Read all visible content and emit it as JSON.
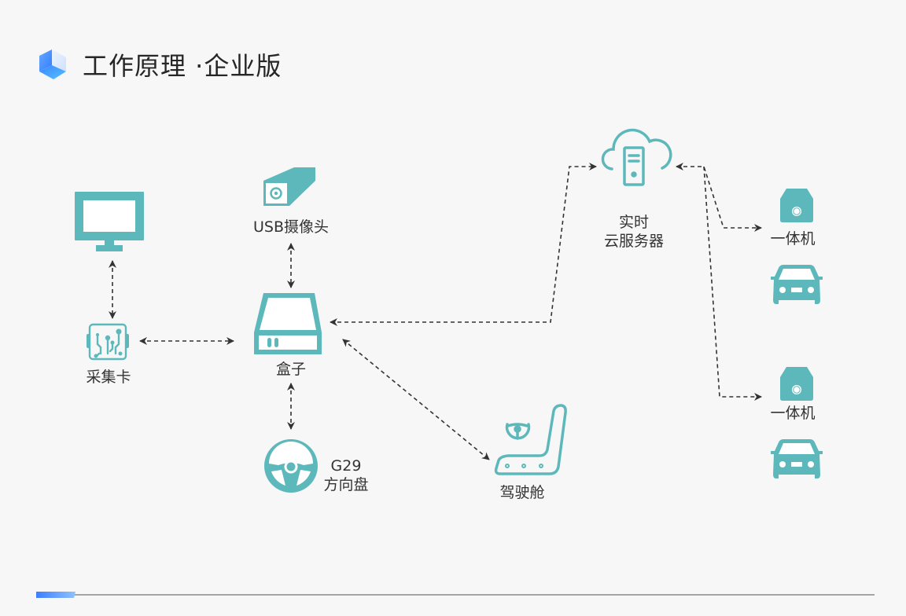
{
  "header": {
    "title": "工作原理 ·企业版",
    "logo_icon": "cube-logo-icon"
  },
  "colors": {
    "icon": "#5db8bb",
    "arrow": "#333333",
    "accent_start": "#3d7eff",
    "accent_end": "#8ec2ff",
    "background": "#f7f7f7"
  },
  "nodes": {
    "monitor": {
      "icon": "monitor-icon",
      "label": ""
    },
    "capture_card": {
      "icon": "circuit-board-icon",
      "label": "采集卡"
    },
    "usb_camera": {
      "icon": "usb-camera-icon",
      "label": "USB摄像头"
    },
    "box": {
      "icon": "box-device-icon",
      "label": "盒子"
    },
    "steering_wheel": {
      "icon": "steering-wheel-icon",
      "label_line1": "G29",
      "label_line2": "方向盘"
    },
    "cockpit": {
      "icon": "cockpit-seat-icon",
      "label": "驾驶舱"
    },
    "cloud_server": {
      "icon": "cloud-server-icon",
      "label_line1": "实时",
      "label_line2": "云服务器"
    },
    "terminal_1": {
      "icon": "terminal-unit-icon",
      "label": "一体机"
    },
    "car_1": {
      "icon": "car-icon"
    },
    "terminal_2": {
      "icon": "terminal-unit-icon",
      "label": "一体机"
    },
    "car_2": {
      "icon": "car-icon"
    }
  },
  "connections": [
    {
      "from": "monitor",
      "to": "capture_card",
      "direction": "both"
    },
    {
      "from": "capture_card",
      "to": "box",
      "direction": "both"
    },
    {
      "from": "usb_camera",
      "to": "box",
      "direction": "both"
    },
    {
      "from": "box",
      "to": "steering_wheel",
      "direction": "both"
    },
    {
      "from": "box",
      "to": "cockpit",
      "direction": "both"
    },
    {
      "from": "box",
      "to": "cloud_server",
      "direction": "both"
    },
    {
      "from": "cloud_server",
      "to": "terminal_1",
      "direction": "both"
    },
    {
      "from": "cloud_server",
      "to": "terminal_2",
      "direction": "both"
    }
  ]
}
